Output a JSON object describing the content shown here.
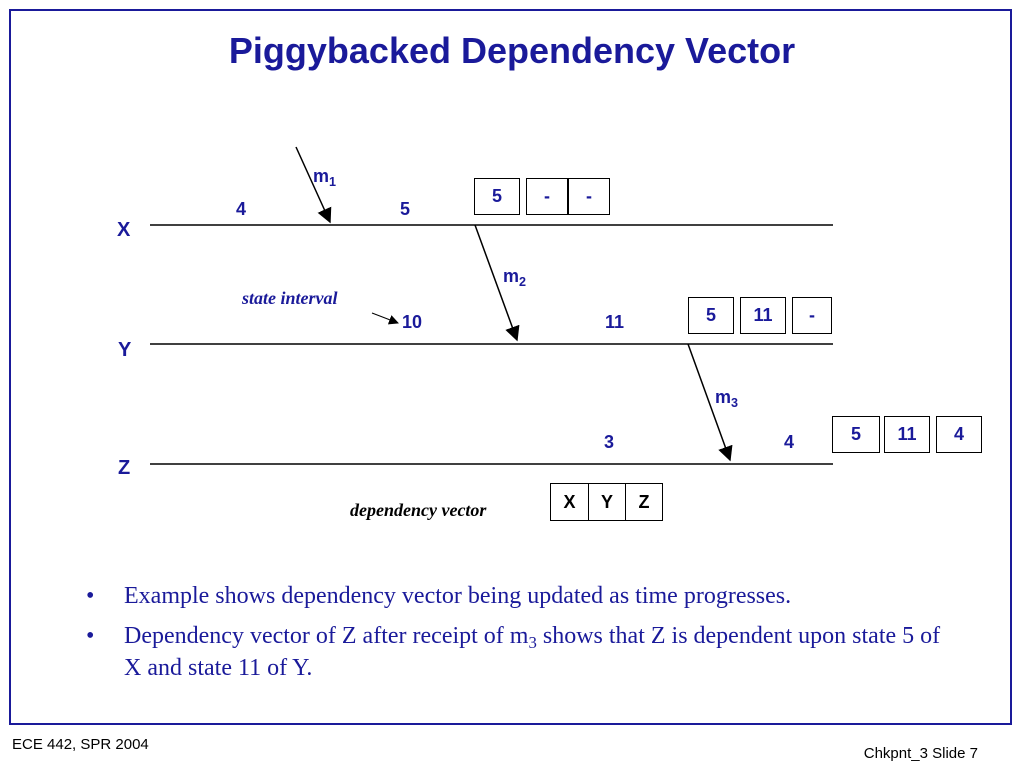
{
  "slide": {
    "title": "Piggybacked Dependency Vector",
    "footer_left": "ECE 442, SPR 2004",
    "footer_right": "Chkpnt_3 Slide 7"
  },
  "diagram": {
    "processes": [
      "X",
      "Y",
      "Z"
    ],
    "messages": [
      {
        "label": "m",
        "sub": "1"
      },
      {
        "label": "m",
        "sub": "2"
      },
      {
        "label": "m",
        "sub": "3"
      }
    ],
    "state_labels": {
      "x_before": "4",
      "x_after": "5",
      "y_before": "10",
      "y_after": "11",
      "z_before": "3",
      "z_after": "4"
    },
    "state_interval_note": "state interval",
    "dependency_vector_note": "dependency vector",
    "vectors": {
      "m1_vector": [
        "5",
        "-",
        "-"
      ],
      "m2_vector": [
        "5",
        "11",
        "-"
      ],
      "m3_vector": [
        "5",
        "11",
        "4"
      ]
    },
    "legend_vector": [
      "X",
      "Y",
      "Z"
    ]
  },
  "bullets": [
    {
      "text": "Example shows dependency vector being updated as time progresses."
    },
    {
      "pre": "Dependency vector of Z after receipt of m",
      "sub": "3",
      "post": " shows that Z is dependent upon state 5 of X and state 11 of Y."
    }
  ],
  "colors": {
    "accent": "#1a1a9a",
    "text": "#000000"
  }
}
